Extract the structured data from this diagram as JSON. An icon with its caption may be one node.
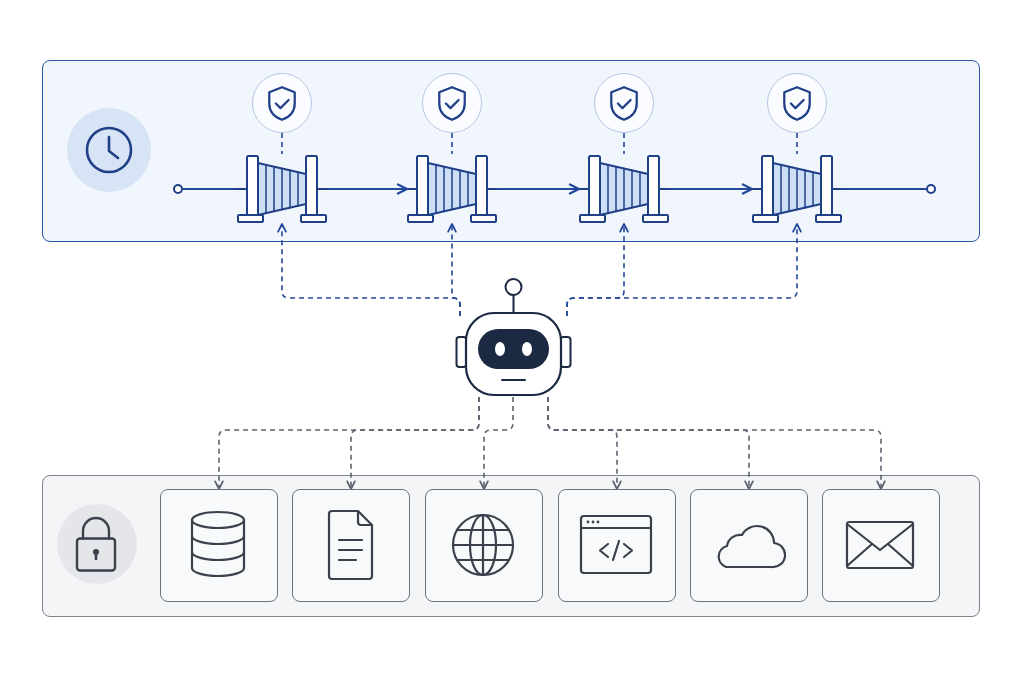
{
  "diagram": {
    "nodes": [
      {
        "text": [],
        "shape": "box"
      },
      {
        "text": [],
        "shape": "circle",
        "in": 0
      },
      {
        "text": [],
        "shape": "circle",
        "in": 0
      },
      {
        "text": [],
        "shape": "circle",
        "in": 0
      },
      {
        "text": [],
        "shape": "circle",
        "in": 0
      },
      {
        "text": [],
        "shape": "circle",
        "in": 0
      },
      {
        "text": [],
        "shape": "circle",
        "in": 0
      },
      {
        "text": [],
        "shape": "picture",
        "in": 0
      },
      {
        "text": [],
        "shape": "picture",
        "in": 0
      },
      {
        "text": [],
        "shape": "picture",
        "in": 0
      },
      {
        "text": [],
        "shape": "picture",
        "in": 0
      },
      {
        "text": [],
        "shape": "circle",
        "in": 0
      },
      {
        "text": [],
        "shape": "picture"
      },
      {
        "text": [],
        "shape": "box"
      },
      {
        "text": [],
        "shape": "circle",
        "in": 13
      },
      {
        "text": [],
        "shape": "box",
        "in": 13
      },
      {
        "text": [],
        "shape": "box",
        "in": 13
      },
      {
        "text": [],
        "shape": "box",
        "in": 13
      },
      {
        "text": [],
        "shape": "box",
        "in": 13
      },
      {
        "text": [],
        "shape": "box",
        "in": 13
      },
      {
        "text": [],
        "shape": "box",
        "in": 13
      }
    ],
    "edges": [
      {
        "from": 6,
        "to": 7,
        "arrow": "none"
      },
      {
        "from": 7,
        "to": 8,
        "arrow": "to"
      },
      {
        "from": 8,
        "to": 9,
        "arrow": "to"
      },
      {
        "from": 9,
        "to": 10,
        "arrow": "to"
      },
      {
        "from": 10,
        "to": 11,
        "arrow": "none"
      },
      {
        "from": 2,
        "to": 7,
        "arrow": "none",
        "style": "dashed"
      },
      {
        "from": 3,
        "to": 8,
        "arrow": "none",
        "style": "dashed"
      },
      {
        "from": 4,
        "to": 9,
        "arrow": "none",
        "style": "dashed"
      },
      {
        "from": 5,
        "to": 10,
        "arrow": "none",
        "style": "dashed"
      },
      {
        "from": 12,
        "to": 7,
        "arrow": "to",
        "style": "dashed"
      },
      {
        "from": 12,
        "to": 8,
        "arrow": "to",
        "style": "dashed"
      },
      {
        "from": 12,
        "to": 9,
        "arrow": "to",
        "style": "dashed"
      },
      {
        "from": 12,
        "to": 10,
        "arrow": "to",
        "style": "dashed"
      },
      {
        "from": 12,
        "to": 15,
        "arrow": "to",
        "style": "dashed",
        "color": "#5b6370"
      },
      {
        "from": 12,
        "to": 16,
        "arrow": "to",
        "style": "dashed",
        "color": "#5b6370"
      },
      {
        "from": 12,
        "to": 17,
        "arrow": "to",
        "style": "dashed",
        "color": "#5b6370"
      },
      {
        "from": 12,
        "to": 18,
        "arrow": "to",
        "style": "dashed",
        "color": "#5b6370"
      },
      {
        "from": 12,
        "to": 19,
        "arrow": "to",
        "style": "dashed",
        "color": "#5b6370"
      },
      {
        "from": 12,
        "to": 20,
        "arrow": "to",
        "style": "dashed",
        "color": "#5b6370"
      }
    ]
  }
}
